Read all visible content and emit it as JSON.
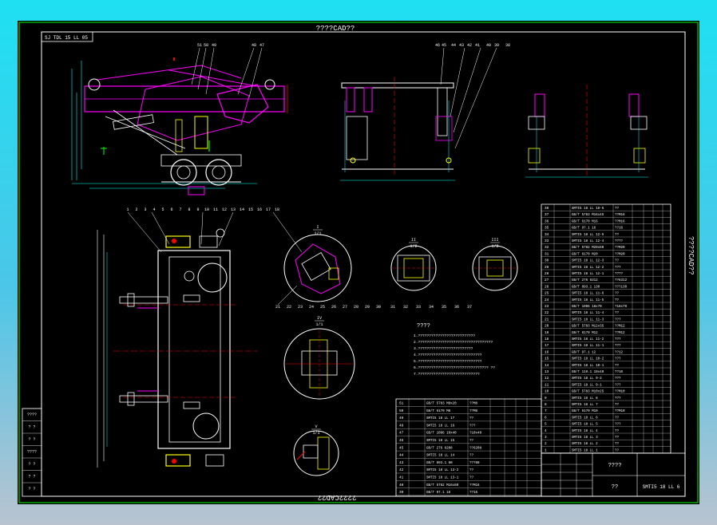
{
  "header": {
    "top_title": "????CAD??",
    "bottom_title": "????CAD??",
    "side_title": "????CAD??",
    "drawing_code_box": "SJ TDL 15 LL 05"
  },
  "notes": {
    "heading": "????",
    "lines": [
      "1.??????????????????????????",
      "2.??????????????????????????????????",
      "3.?????????????????????????",
      "4.?????????????????????????????",
      "5.?????????????????????????????",
      "6.???????????????????????????????? ??",
      "7.????????????????????????????"
    ]
  },
  "title_block": {
    "name": "????",
    "company": "??",
    "code": "SMTI5 18 LL 6"
  },
  "detail_views": [
    {
      "label": "I",
      "scale": "1/1"
    },
    {
      "label": "II",
      "scale": "1/2"
    },
    {
      "label": "III",
      "scale": "1/2"
    },
    {
      "label": "IV",
      "scale": "1/1"
    },
    {
      "label": "V",
      "scale": "1/1"
    }
  ],
  "balloons_top": [
    "51",
    "50",
    "49",
    "48",
    "47",
    "46",
    "45",
    "44",
    "43",
    "42",
    "41",
    "40",
    "39",
    "38"
  ],
  "balloons_plan": [
    "1",
    "2",
    "3",
    "4",
    "5",
    "6",
    "7",
    "8",
    "9",
    "10",
    "11",
    "12",
    "13",
    "14",
    "15",
    "16",
    "17",
    "18"
  ],
  "balloons_detail": [
    "21",
    "22",
    "23",
    "24",
    "25",
    "26",
    "27",
    "28",
    "29",
    "30",
    "31",
    "32",
    "33",
    "34",
    "35",
    "36",
    "37"
  ],
  "left_table_rows": [
    "????",
    "? ?",
    "? ?",
    "????",
    "? ?",
    "? ?",
    "? ?"
  ],
  "parts_right": [
    {
      "no": "38",
      "code": "SMTI5 18 LL 18-6",
      "name": "??"
    },
    {
      "no": "37",
      "code": "GB/T 5783 M16x45",
      "name": "??M16"
    },
    {
      "no": "36",
      "code": "GB/T 6170 M16",
      "name": "??M16"
    },
    {
      "no": "35",
      "code": "GB/T 97.1 16",
      "name": "??16"
    },
    {
      "no": "34",
      "code": "SMTI5 18 LL 12-5",
      "name": "??"
    },
    {
      "no": "33",
      "code": "SMTI5 18 LL 12-4",
      "name": "????"
    },
    {
      "no": "32",
      "code": "GB/T 5782 M20x60",
      "name": "??M20"
    },
    {
      "no": "31",
      "code": "GB/T 6170 M20",
      "name": "??M20"
    },
    {
      "no": "30",
      "code": "SMTI5 18 LL 12-3",
      "name": "??"
    },
    {
      "no": "29",
      "code": "SMTI5 18 LL 12-2",
      "name": "???"
    },
    {
      "no": "28",
      "code": "SMTI5 18 LL 12-1",
      "name": "????"
    },
    {
      "no": "27",
      "code": "GB/T 276 6312",
      "name": "??6312"
    },
    {
      "no": "26",
      "code": "GB/T 893.1 130",
      "name": "???130"
    },
    {
      "no": "25",
      "code": "SMTI5 18 LL 11-6",
      "name": "??"
    },
    {
      "no": "24",
      "code": "SMTI5 18 LL 11-5",
      "name": "??"
    },
    {
      "no": "23",
      "code": "GB/T 1096 18x70",
      "name": "?18x70"
    },
    {
      "no": "22",
      "code": "SMTI5 18 LL 11-4",
      "name": "??"
    },
    {
      "no": "21",
      "code": "SMTI5 18 LL 11-3",
      "name": "???"
    },
    {
      "no": "20",
      "code": "GB/T 5783 M12x35",
      "name": "??M12"
    },
    {
      "no": "19",
      "code": "GB/T 6170 M12",
      "name": "??M12"
    },
    {
      "no": "18",
      "code": "SMTI5 18 LL 11-2",
      "name": "???"
    },
    {
      "no": "17",
      "code": "SMTI5 18 LL 11-1",
      "name": "???"
    },
    {
      "no": "16",
      "code": "GB/T 97.1 12",
      "name": "??12"
    },
    {
      "no": "15",
      "code": "SMTI5 18 LL 10-2",
      "name": "???"
    },
    {
      "no": "14",
      "code": "SMTI5 18 LL 10-1",
      "name": "??"
    },
    {
      "no": "13",
      "code": "GB/T 119.1 10x40",
      "name": "??10"
    },
    {
      "no": "12",
      "code": "SMTI5 18 LL 9-2",
      "name": "???"
    },
    {
      "no": "11",
      "code": "SMTI5 18 LL 9-1",
      "name": "???"
    },
    {
      "no": "10",
      "code": "GB/T 5783 M10x25",
      "name": "??M10"
    },
    {
      "no": "9",
      "code": "SMTI5 18 LL 8",
      "name": "???"
    },
    {
      "no": "8",
      "code": "SMTI5 18 LL 7",
      "name": "??"
    },
    {
      "no": "7",
      "code": "GB/T 6170 M10",
      "name": "??M10"
    },
    {
      "no": "6",
      "code": "SMTI5 18 LL 6",
      "name": "??"
    },
    {
      "no": "5",
      "code": "SMTI5 18 LL 5",
      "name": "???"
    },
    {
      "no": "4",
      "code": "SMTI5 18 LL 4",
      "name": "??"
    },
    {
      "no": "3",
      "code": "SMTI5 18 LL 3",
      "name": "??"
    },
    {
      "no": "2",
      "code": "SMTI5 18 LL 2",
      "name": "??"
    },
    {
      "no": "1",
      "code": "SMTI5 18 LL 1",
      "name": "??"
    }
  ],
  "parts_bottom": [
    {
      "no": "51",
      "code": "GB/T 5783 M8x20",
      "name": "??M8"
    },
    {
      "no": "50",
      "code": "GB/T 6170 M8",
      "name": "??M8"
    },
    {
      "no": "49",
      "code": "SMTI5 18 LL 17",
      "name": "??"
    },
    {
      "no": "48",
      "code": "SMTI5 18 LL 16",
      "name": "???"
    },
    {
      "no": "47",
      "code": "GB/T 1096 10x40",
      "name": "?10x40"
    },
    {
      "no": "46",
      "code": "SMTI5 18 LL 15",
      "name": "??"
    },
    {
      "no": "45",
      "code": "GB/T 276 6208",
      "name": "??6208"
    },
    {
      "no": "44",
      "code": "SMTI5 18 LL 14",
      "name": "??"
    },
    {
      "no": "43",
      "code": "GB/T 893.1 80",
      "name": "???80"
    },
    {
      "no": "42",
      "code": "SMTI5 18 LL 13-2",
      "name": "??"
    },
    {
      "no": "41",
      "code": "SMTI5 18 LL 13-1",
      "name": "??"
    },
    {
      "no": "40",
      "code": "GB/T 5782 M16x80",
      "name": "??M16"
    },
    {
      "no": "39",
      "code": "GB/T 97.1 16",
      "name": "??16"
    }
  ],
  "colors": {
    "frame": "#00ff00",
    "line_white": "#ffffff",
    "magenta": "#ff00ff",
    "cyan": "#00ffff",
    "yellow": "#ffff00",
    "red": "#ff0000",
    "green": "#00ff00"
  }
}
